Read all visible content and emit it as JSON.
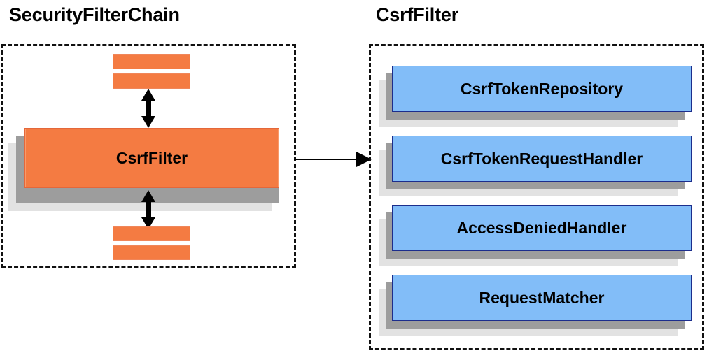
{
  "diagram": {
    "title_left": "SecurityFilterChain",
    "title_right": "CsrfFilter",
    "accent_orange": "#f47b42",
    "accent_blue": "#82bdf8",
    "shadow_near": "#9d9d9d",
    "shadow_far": "#e2e2e2",
    "border_blue": "#1c2d8c",
    "border_dashed": "#111111"
  },
  "left_panel": {
    "title": "SecurityFilterChain",
    "highlighted_filter": "CsrfFilter",
    "filters_above_count": 2,
    "filters_below_count": 2,
    "arrow_above_name": "preceding-filters-connector",
    "arrow_below_name": "following-filters-connector"
  },
  "connector": {
    "name": "expands-to-arrow",
    "direction": "left-to-right"
  },
  "right_panel": {
    "title": "CsrfFilter",
    "collaborators": [
      {
        "label": "CsrfTokenRepository"
      },
      {
        "label": "CsrfTokenRequestHandler"
      },
      {
        "label": "AccessDeniedHandler"
      },
      {
        "label": "RequestMatcher"
      }
    ]
  }
}
